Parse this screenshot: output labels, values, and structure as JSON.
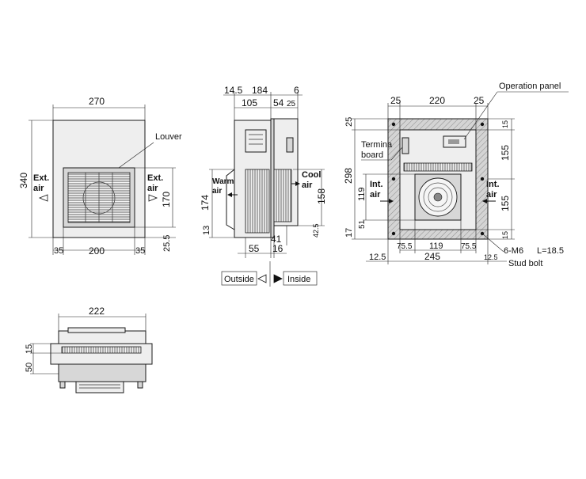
{
  "front_view": {
    "top_width": "270",
    "height_total": "340",
    "louver_label": "Louver",
    "ext_air_left_1": "Ext.",
    "ext_air_left_2": "air",
    "ext_air_right_1": "Ext.",
    "ext_air_right_2": "air",
    "louver_height": "170",
    "bottom_gap": "25.5",
    "bottom_left": "35",
    "bottom_mid": "200",
    "bottom_right": "35"
  },
  "side_view": {
    "dim_14_5": "14.5",
    "dim_184": "184",
    "dim_6": "6",
    "dim_105": "105",
    "dim_54": "54",
    "dim_25": "25",
    "warm_air_1": "Warm",
    "warm_air_2": "air",
    "cool_air_1": "Cool",
    "cool_air_2": "air",
    "dim_174": "174",
    "dim_158": "158",
    "dim_13": "13",
    "dim_42_5": "42.5",
    "dim_41": "41",
    "dim_55": "55",
    "dim_16": "16",
    "outside_label": "Outside",
    "inside_label": "Inside"
  },
  "rear_view": {
    "operation_panel": "Operation panel",
    "terminal_board_1": "Termina",
    "terminal_board_2": "board",
    "top_left": "25",
    "top_mid": "220",
    "top_right": "25",
    "left_25": "25",
    "right_15_top": "15",
    "right_155_a": "155",
    "right_155_b": "155",
    "right_15_bottom": "15",
    "left_298": "298",
    "left_119": "119",
    "left_51": "51",
    "left_17": "17",
    "int_air_left_1": "Int.",
    "int_air_left_2": "air",
    "int_air_right_1": "Int.",
    "int_air_right_2": "air",
    "bottom_75_5_a": "75.5",
    "bottom_119": "119",
    "bottom_75_5_b": "75.5",
    "bottom_12_5_a": "12.5",
    "bottom_245": "245",
    "bottom_12_5_b": "12.5",
    "bolt_spec": "6-M6",
    "bolt_length": "L=18.5",
    "stud_bolt": "Stud bolt"
  },
  "top_view": {
    "width": "222",
    "dim_15": "15",
    "dim_50": "50"
  }
}
